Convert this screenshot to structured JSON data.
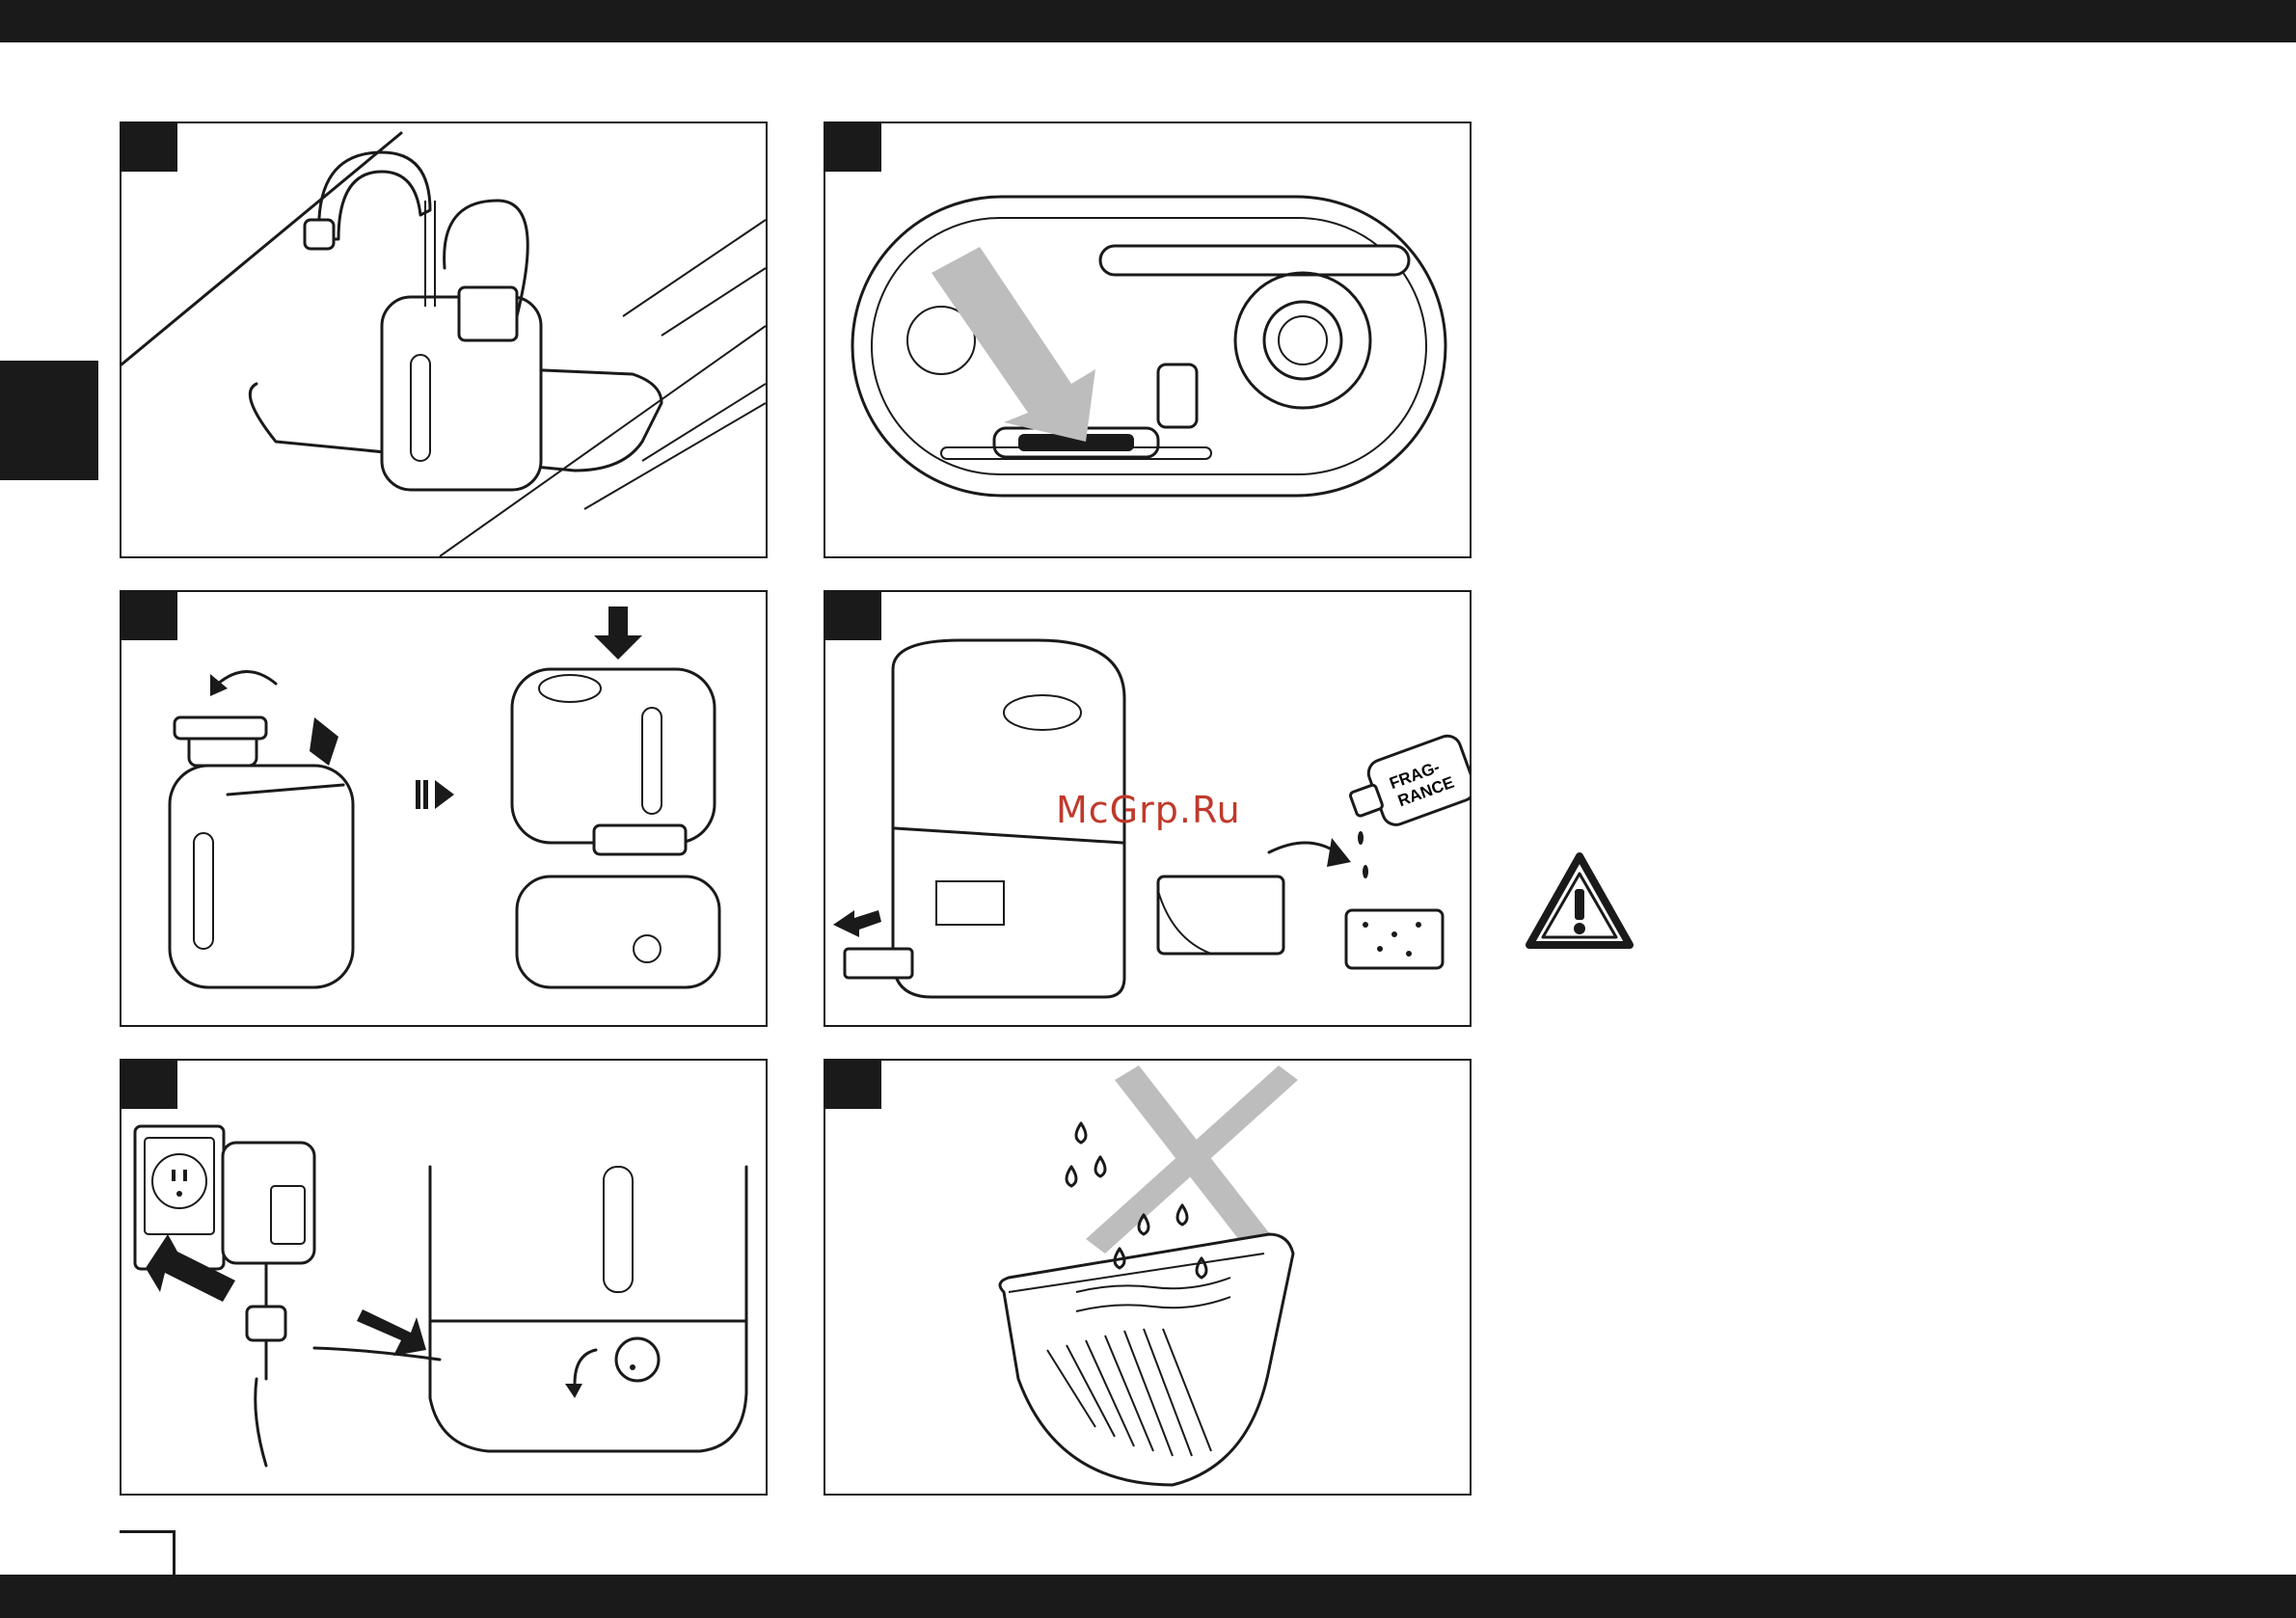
{
  "watermark": "McGrp.Ru",
  "panels": [
    {
      "id": "fill-tank-at-sink",
      "label": ""
    },
    {
      "id": "base-top-view",
      "label": ""
    },
    {
      "id": "attach-cap-and-assemble",
      "label": ""
    },
    {
      "id": "fragrance-box",
      "label": ""
    },
    {
      "id": "connect-power",
      "label": ""
    },
    {
      "id": "no-water-in-fragrance-box",
      "label": ""
    }
  ],
  "fragrance_bottle": {
    "line1": "FRAG-",
    "line2": "RANCE"
  },
  "warning_icon": "warning-triangle-icon",
  "colors": {
    "ink": "#1a1a1a",
    "arrow_gray": "#bdbdbd",
    "watermark": "#c0392b"
  }
}
